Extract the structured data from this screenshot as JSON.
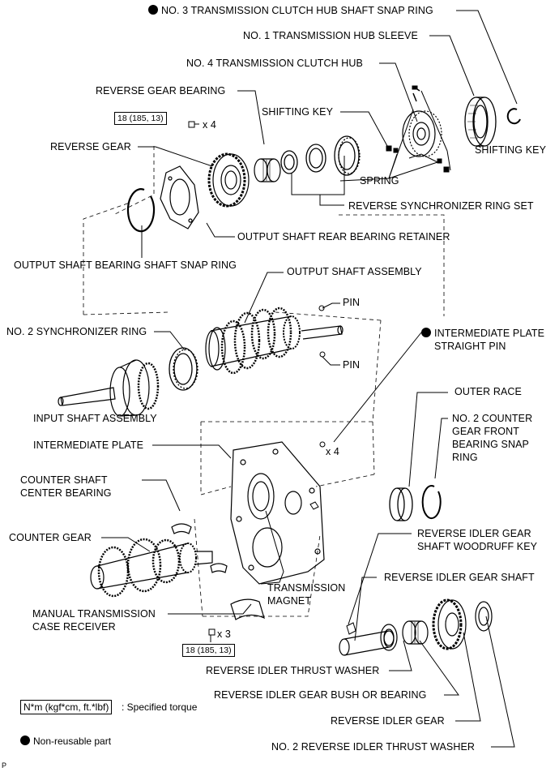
{
  "labels": {
    "snap_ring_hub": "NO. 3 TRANSMISSION CLUTCH HUB SHAFT SNAP RING",
    "hub_sleeve": "NO. 1 TRANSMISSION HUB SLEEVE",
    "clutch_hub": "NO. 4 TRANSMISSION CLUTCH HUB",
    "reverse_gear_bearing": "REVERSE GEAR BEARING",
    "shifting_key_left": "SHIFTING KEY",
    "shifting_key_right": "SHIFTING KEY",
    "reverse_gear": "REVERSE GEAR",
    "spring": "SPRING",
    "reverse_sync_ring_set": "REVERSE SYNCHRONIZER RING SET",
    "rear_bearing_retainer": "OUTPUT SHAFT REAR BEARING RETAINER",
    "bearing_snap_ring": "OUTPUT SHAFT BEARING SHAFT SNAP RING",
    "output_shaft_assembly": "OUTPUT SHAFT ASSEMBLY",
    "pin_top": "PIN",
    "no2_sync_ring": "NO. 2 SYNCHRONIZER RING",
    "intermediate_plate_pin_line1": "INTERMEDIATE PLATE",
    "intermediate_plate_pin_line2": "STRAIGHT PIN",
    "pin_bottom": "PIN",
    "input_shaft_assembly": "INPUT SHAFT ASSEMBLY",
    "outer_race": "OUTER RACE",
    "no2_counter_line1": "NO. 2 COUNTER",
    "no2_counter_line2": "GEAR FRONT",
    "no2_counter_line3": "BEARING SNAP",
    "no2_counter_line4": "RING",
    "intermediate_plate": "INTERMEDIATE PLATE",
    "counter_shaft_line1": "COUNTER SHAFT",
    "counter_shaft_line2": "CENTER BEARING",
    "counter_gear": "COUNTER GEAR",
    "woodruff_line1": "REVERSE IDLER GEAR",
    "woodruff_line2": "SHAFT WOODRUFF KEY",
    "idler_gear_shaft": "REVERSE IDLER GEAR SHAFT",
    "magnet_line1": "TRANSMISSION",
    "magnet_line2": "MAGNET",
    "case_receiver_line1": "MANUAL TRANSMISSION",
    "case_receiver_line2": "CASE RECEIVER",
    "idler_thrust_washer": "REVERSE IDLER THRUST WASHER",
    "idler_bush": "REVERSE IDLER GEAR BUSH OR BEARING",
    "idler_gear": "REVERSE IDLER GEAR",
    "no2_idler_thrust_washer": "NO. 2 REVERSE IDLER THRUST WASHER"
  },
  "quantities": {
    "bolts_top": "x 4",
    "pins_plate": "x 4",
    "bolts_bottom": "x 3"
  },
  "torque": {
    "top": "18 (185, 13)",
    "bottom": "18 (185, 13)"
  },
  "legend": {
    "torque_units": "N*m (kgf*cm, ft.*lbf)",
    "torque_desc": ": Specified torque",
    "non_reusable": "Non-reusable part"
  },
  "footer_code": "P",
  "non_reusable_items": [
    "NO. 3 TRANSMISSION CLUTCH HUB SHAFT SNAP RING",
    "INTERMEDIATE PLATE STRAIGHT PIN"
  ]
}
